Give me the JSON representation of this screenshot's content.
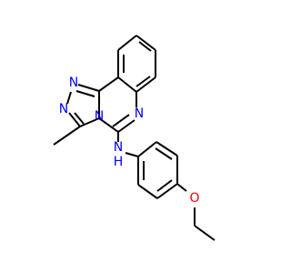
{
  "molecule": {
    "atom_labels": {
      "n1": "N",
      "n2": "N",
      "n3": "N",
      "n_ring": "N",
      "nh_n": "N",
      "nh_h": "H",
      "o": "O"
    },
    "colors": {
      "nitrogen": "#0000FF",
      "oxygen": "#FF0000",
      "bond": "#000000",
      "background": "#FFFFFF"
    }
  }
}
